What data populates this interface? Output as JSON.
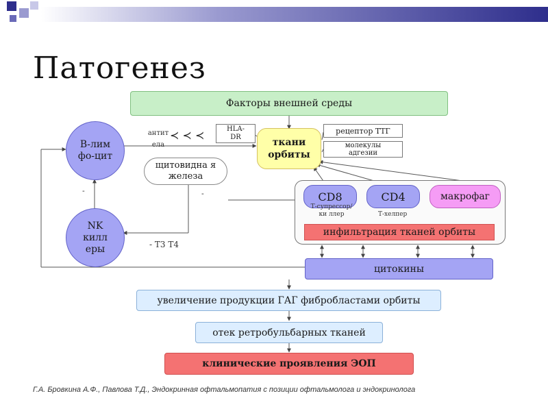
{
  "title": "Патогенез",
  "nodes": {
    "env_factors": "Факторы внешней среды",
    "b_lymphocyte": "В-лим фо-цит",
    "nk_killers": "NK килл еры",
    "antibodies": "антит ела",
    "hla_dr": "HLA-DR",
    "orbit_tissues": "ткани орбиты",
    "ttg_receptor": "рецептор ТТГ",
    "adhesion_molecules": "молекулы адгезии",
    "thyroid": "щитовидна я железа",
    "cd8": "CD8",
    "cd4": "CD4",
    "macrophage": "макрофаг",
    "t_suppressor": "Т-супрессор/ки ллер",
    "t_helper": "Т-хелпер",
    "infiltration": "инфильтрация тканей орбиты",
    "cytokines": "цитокины",
    "gag_increase": "увеличение продукции ГАГ фибробластами орбиты",
    "edema": "отек ретробульбарных тканей",
    "clinical": "клинические проявления ЭОП"
  },
  "annotations": {
    "t3t4": "- T3 T4",
    "minus": "-",
    "arrows_glyph": "≺ ≺ ≺"
  },
  "caption": "Г.А. Бровкина А.Ф., Павлова Т.Д., Эндокринная офтальмопатия с позиции офтальмолога и эндокринолога",
  "colors": {
    "green": "#c8efc8",
    "purple": "#a4a4f4",
    "yellow": "#ffffa8",
    "magenta": "#f59cf5",
    "red": "#f47272",
    "lightblue": "#ddeeff",
    "banner": "#5c5cb0"
  }
}
